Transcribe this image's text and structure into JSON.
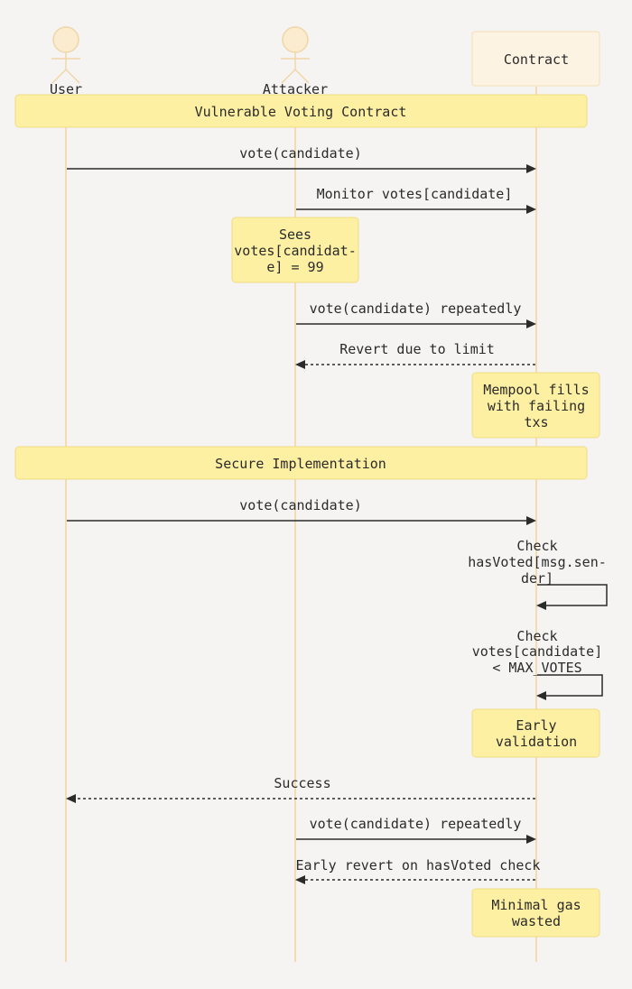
{
  "participants": {
    "user": "User",
    "attacker": "Attacker",
    "contract": "Contract"
  },
  "sections": {
    "vulnerable": "Vulnerable Voting Contract",
    "secure": "Secure Implementation"
  },
  "messages": {
    "m1": "vote(candidate)",
    "m2": "Monitor votes[candidate]",
    "m3": "vote(candidate) repeatedly",
    "m4": "Revert due to limit",
    "m5": "vote(candidate)",
    "m6": [
      "Check",
      "hasVoted[msg.sen-",
      "der]"
    ],
    "m7": [
      "Check",
      "votes[candidate]",
      "< MAX_VOTES"
    ],
    "m8": "Success",
    "m9": "vote(candidate) repeatedly",
    "m10": "Early revert on hasVoted check"
  },
  "notes": {
    "n1": [
      "Sees",
      "votes[candidat-",
      "e] = 99"
    ],
    "n2": [
      "Mempool fills",
      "with failing",
      "txs"
    ],
    "n3": [
      "Early",
      "validation"
    ],
    "n4": [
      "Minimal gas",
      "wasted"
    ]
  }
}
